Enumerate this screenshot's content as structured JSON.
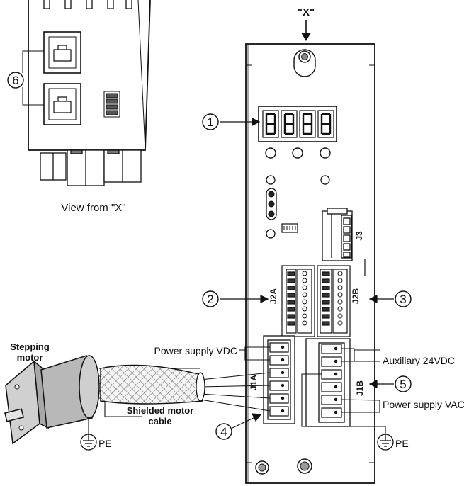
{
  "view_marker": "\"X\"",
  "view_caption": "View from \"X\"",
  "callouts": {
    "c1": "1",
    "c2": "2",
    "c3": "3",
    "c4": "4",
    "c5": "5",
    "c6": "6"
  },
  "connectors": {
    "j1a": "J1A",
    "j1b": "J1B",
    "j2a": "J2A",
    "j2b": "J2B",
    "j3": "J3"
  },
  "labels": {
    "stepping_motor_line1": "Stepping",
    "stepping_motor_line2": "motor",
    "shielded_cable_line1": "Shielded motor",
    "shielded_cable_line2": "cable",
    "pe_motor": "PE",
    "pe_drive": "PE",
    "power_supply_vdc": "Power supply VDC",
    "auxiliary_24vdc": "Auxiliary 24VDC",
    "power_supply_vac": "Power supply VAC"
  }
}
